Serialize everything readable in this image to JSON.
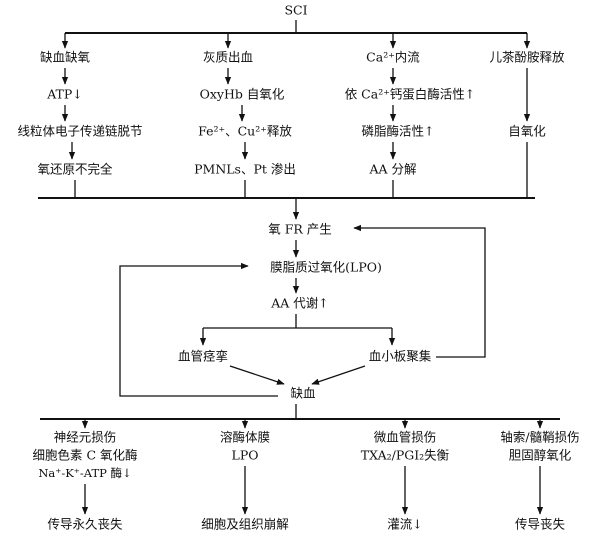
{
  "root": "SCI",
  "col1": [
    "缺血缺氧",
    "ATP↓",
    "线粒体电子传递链脱节",
    "氧还原不完全"
  ],
  "col2": [
    "灰质出血",
    "OxyHb 自氧化",
    "Fe²⁺、Cu²⁺释放",
    "PMNLs、Pt 渗出"
  ],
  "col3": [
    "Ca²⁺内流",
    "依 Ca²⁺钙蛋白酶活性↑",
    "磷脂酶活性↑",
    "AA 分解"
  ],
  "col4": [
    "儿茶酚胺释放",
    "自氧化"
  ],
  "middle": {
    "fr": "氧 FR 产生",
    "lpo": "膜脂质过氧化(LPO)",
    "aa": "AA 代谢↑",
    "vasospasm": "血管痉挛",
    "platelet": "血小板聚集",
    "ischemia": "缺血"
  },
  "bottom": [
    {
      "lines": [
        "神经元损伤",
        "细胞色素 C 氧化酶",
        "Na⁺-K⁺-ATP 酶↓"
      ],
      "result": "传导永久丧失"
    },
    {
      "lines": [
        "溶酶体膜",
        "LPO"
      ],
      "result": "细胞及组织崩解"
    },
    {
      "lines": [
        "微血管损伤",
        "TXA₂/PGI₂失衡"
      ],
      "result": "灌流↓"
    },
    {
      "lines": [
        "轴索/髓鞘损伤",
        "胆固醇氧化"
      ],
      "result": "传导丧失"
    }
  ]
}
